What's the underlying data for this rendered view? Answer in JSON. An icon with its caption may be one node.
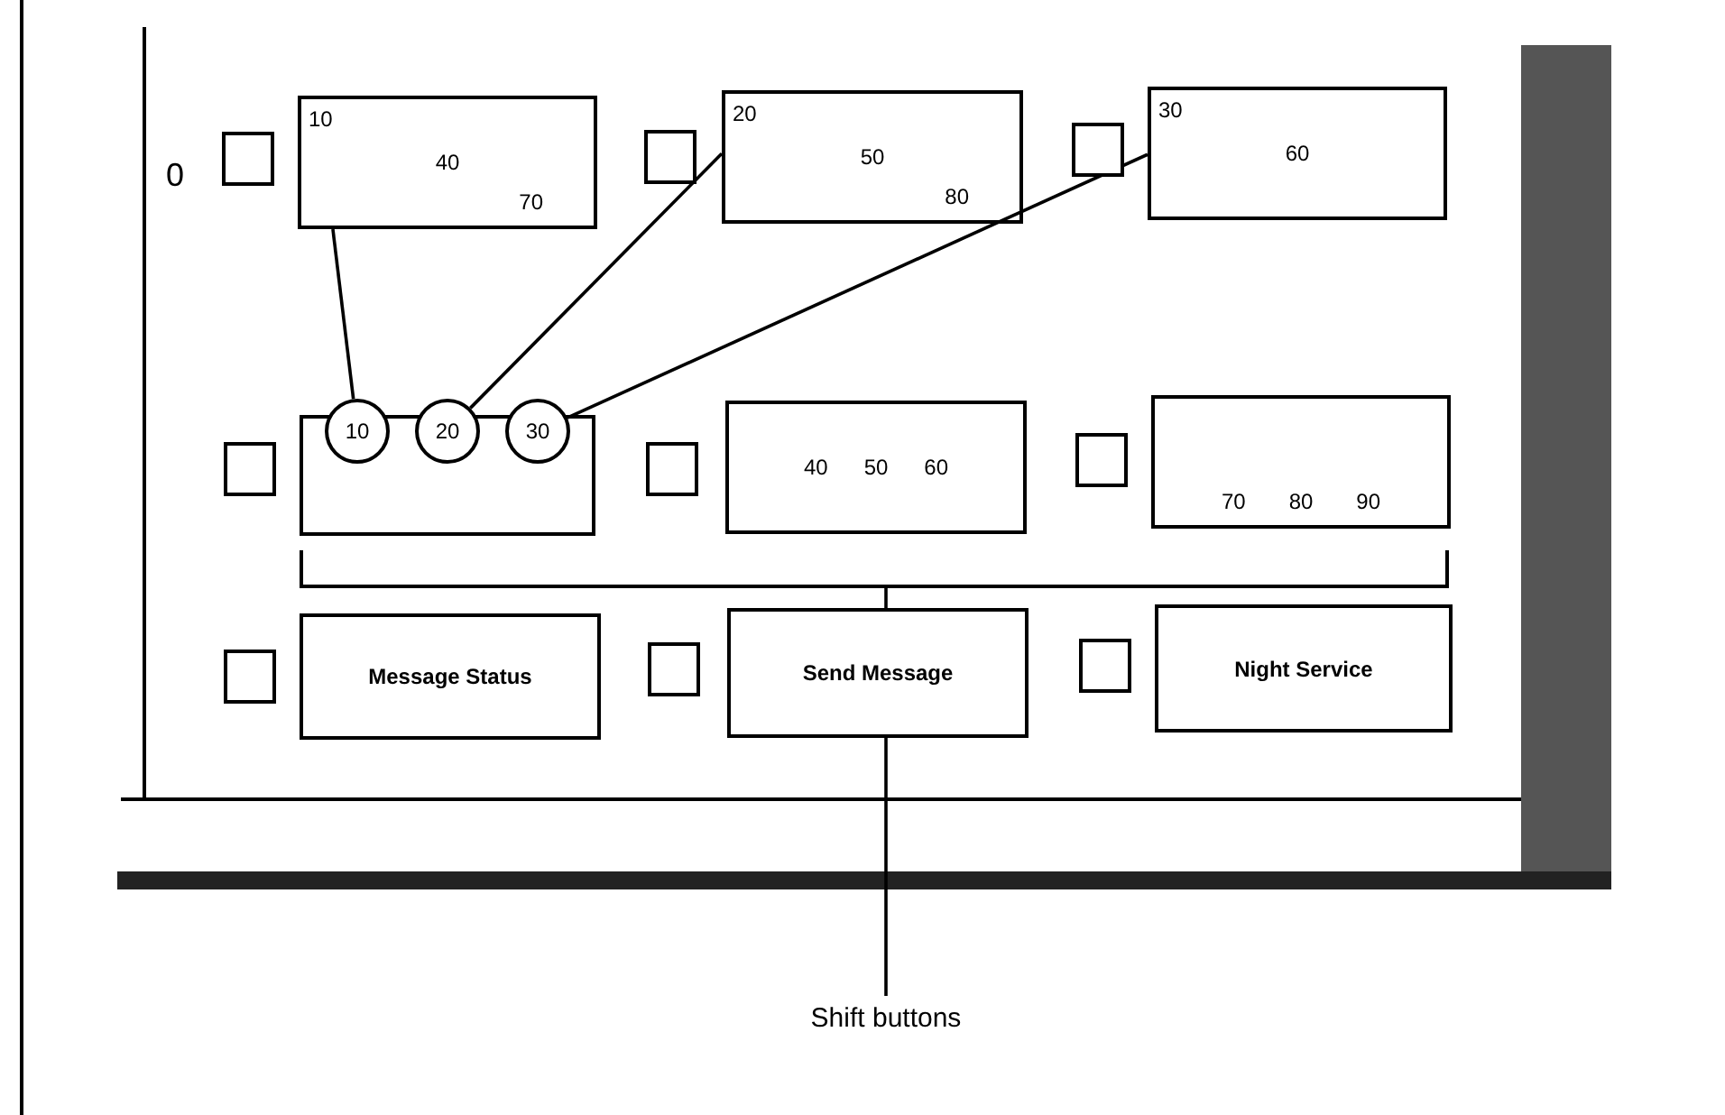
{
  "diagram": {
    "nodes": [
      {
        "text": [],
        "shape": "box"
      },
      {
        "text": [
          "10",
          "40",
          "70"
        ]
      },
      {
        "text": [],
        "shape": "box"
      },
      {
        "text": [
          "20",
          "50",
          "80"
        ]
      },
      {
        "text": [],
        "shape": "box"
      },
      {
        "text": [
          "30",
          "60"
        ]
      },
      {
        "text": [],
        "shape": "box"
      },
      {
        "text": [],
        "shape": "box"
      },
      {
        "text": [
          "10"
        ]
      },
      {
        "text": [
          "20"
        ]
      },
      {
        "text": [
          "30"
        ]
      },
      {
        "text": [],
        "shape": "box"
      },
      {
        "text": [
          "40",
          "50",
          "60"
        ]
      },
      {
        "text": [],
        "shape": "box"
      },
      {
        "text": [
          "70",
          "80",
          "90"
        ]
      },
      {
        "text": [],
        "shape": "bracket"
      },
      {
        "text": [],
        "shape": "box"
      },
      {
        "text": [
          "Message Status"
        ]
      },
      {
        "text": [],
        "shape": "box"
      },
      {
        "text": [
          "Send Message"
        ]
      },
      {
        "text": [],
        "shape": "box"
      },
      {
        "text": [
          "Night Service"
        ]
      },
      {
        "text": [
          "Shift buttons"
        ]
      }
    ],
    "edges": [
      {
        "from": 1,
        "to": 8,
        "arrow": "none"
      },
      {
        "from": 3,
        "to": 9,
        "arrow": "none"
      },
      {
        "from": 5,
        "to": 10,
        "arrow": "none"
      },
      {
        "from": 22,
        "to": 15,
        "arrow": "none"
      }
    ],
    "labels": [
      "0"
    ]
  }
}
